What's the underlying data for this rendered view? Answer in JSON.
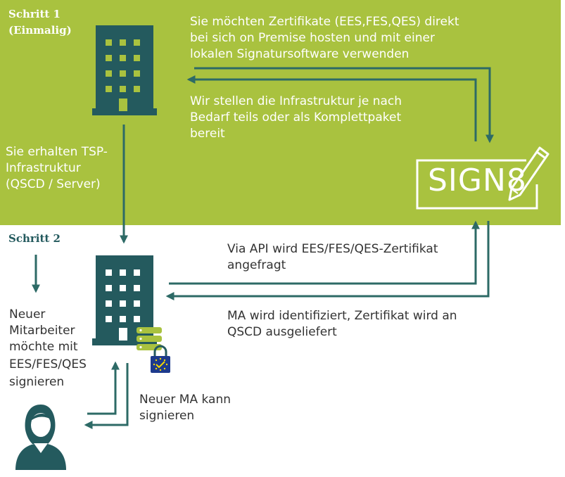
{
  "step1": {
    "title": "Schritt 1",
    "subtitle": "(Einmalig)"
  },
  "step2": {
    "title": "Schritt 2"
  },
  "texts": {
    "request_line1": "Sie möchten Zertifikate (EES,FES,QES) direkt",
    "request_line2": "bei sich on Premise hosten und mit einer",
    "request_line3": "lokalen Signatursoftware verwenden",
    "offer_line1": "Wir stellen die Infrastruktur je nach",
    "offer_line2": "Bedarf teils oder als Komplettpaket",
    "offer_line3": "bereit",
    "tsp_line1": "Sie erhalten TSP-",
    "tsp_line2": "Infrastruktur",
    "tsp_line3": "(QSCD / Server)",
    "api_line1": "Via API wird EES/FES/QES-Zertifikat",
    "api_line2": "angefragt",
    "ident_line1": "MA wird identifiziert, Zertifikat wird an",
    "ident_line2": "QSCD ausgeliefert",
    "employee_line1": "Neuer",
    "employee_line2": "Mitarbeiter",
    "employee_line3": "möchte mit",
    "employee_line4": "EES/FES/QES",
    "employee_line5": "signieren",
    "cansign_line1": "Neuer MA kann",
    "cansign_line2": "signieren"
  },
  "logo": {
    "text": "SIGN8"
  },
  "colors": {
    "green": "#a9c23f",
    "teal": "#245a5e",
    "arrow": "#2d6a66",
    "server_green": "#a9c23f",
    "eu_blue": "#1d3a8c",
    "eu_star": "#f5d800"
  },
  "icons": [
    "building-icon",
    "server-icon",
    "eu-lock-icon",
    "person-icon",
    "pen-icon"
  ]
}
